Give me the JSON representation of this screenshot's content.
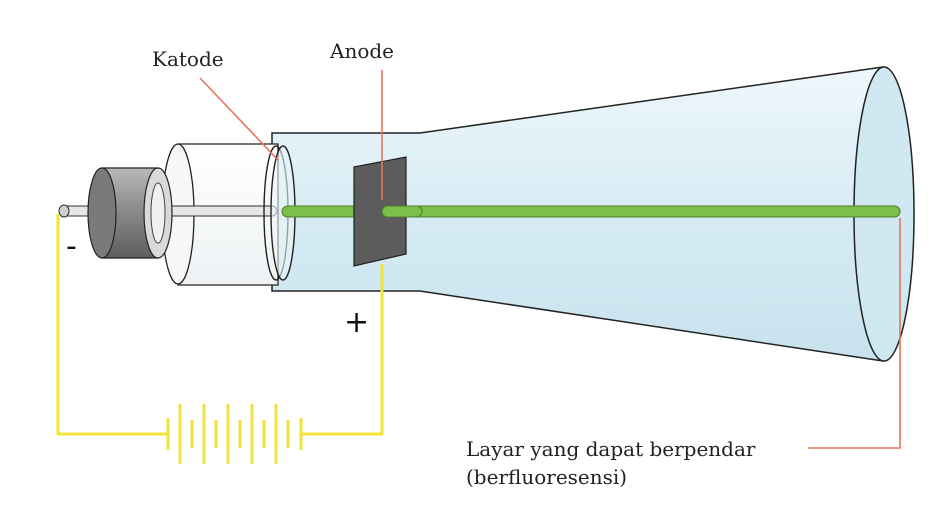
{
  "labels": {
    "cathode": "Katode",
    "anode": "Anode",
    "screen_line1": "Layar yang dapat berpendar",
    "screen_line2": "(berfluoresensi)"
  },
  "signs": {
    "negative": "-",
    "positive": "+"
  },
  "colors": {
    "tube_glass": "#dceff6",
    "beam": "#7cc04a",
    "wire": "#f2e33a",
    "pointer": "#e8735a",
    "anode_plate": "#5c5c5c",
    "cathode_cap": "#8a8a8a"
  }
}
